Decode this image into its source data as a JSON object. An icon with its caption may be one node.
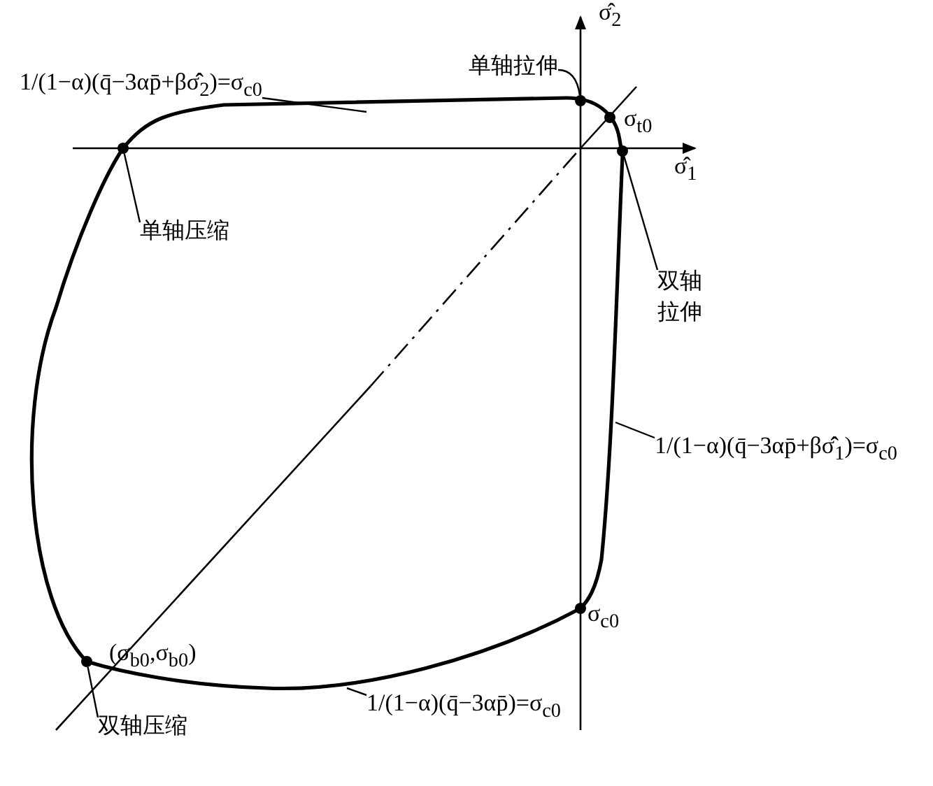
{
  "diagram": {
    "nodes": [
      {
        "text": [
          "1/(1−α)(q̄−3αp̄+βσ̂̂$_{2}$)=σ$_{c0}$"
        ]
      },
      {
        "text": [
          "单轴拉伸"
        ]
      },
      {
        "text": [
          "单轴压缩"
        ]
      },
      {
        "text": [
          "双轴拉伸"
        ]
      },
      {
        "text": [
          "1/(1−α)(q̄−3αp̄+βσ̂̂$_{1}$)=σ$_{c0}$"
        ]
      },
      {
        "text": [
          "双轴压缩"
        ]
      },
      {
        "text": [
          "1/(1−α)(q̄−3αp̄)=σ$_{c0}$"
        ]
      },
      {
        "text": [],
        "shape": "circle"
      },
      {
        "text": [],
        "shape": "circle"
      },
      {
        "text": [],
        "shape": "circle"
      },
      {
        "text": [],
        "shape": "circle"
      },
      {
        "text": [],
        "shape": "circle"
      },
      {
        "text": [],
        "shape": "circle"
      }
    ],
    "edges": [
      {
        "from": 0,
        "to": null,
        "arrow": "none"
      },
      {
        "from": 1,
        "to": 7,
        "arrow": "none"
      },
      {
        "from": 2,
        "to": 8,
        "arrow": "none"
      },
      {
        "from": 3,
        "to": 9,
        "arrow": "none"
      },
      {
        "from": 4,
        "to": null,
        "arrow": "none"
      },
      {
        "from": 5,
        "to": 11,
        "arrow": "none"
      },
      {
        "from": 6,
        "to": null,
        "arrow": "none"
      }
    ],
    "labels": [
      "σ̂$_{2}$",
      "σ$_{t0}$",
      "σ̂$_{1}$",
      "(σ$_{b0}$,σ$_{b0}$)",
      "σ$_{c0}$"
    ]
  }
}
